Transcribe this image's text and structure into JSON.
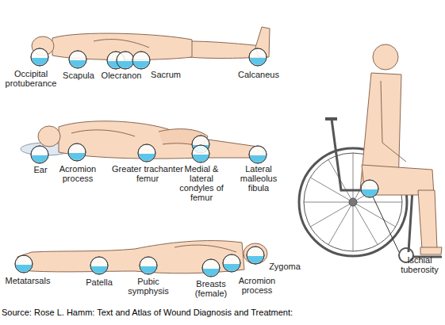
{
  "diagram": {
    "caption": "Source: Rose L. Hamm: Text and Atlas of Wound Diagnosis and Treatment:",
    "labels": [
      "Occipital protuberance",
      "Scapula",
      "Olecranon",
      "Sacrum",
      "Calcaneus",
      "Ear",
      "Acromion process",
      "Greater trachanter femur",
      "Medial & lateral condyles of femur",
      "Lateral malleolus fibula",
      "Metatarsals",
      "Patella",
      "Pubic symphysis",
      "Breasts (female)",
      "Zygoma",
      "Acromion process",
      "Ischial tuberosity"
    ]
  }
}
